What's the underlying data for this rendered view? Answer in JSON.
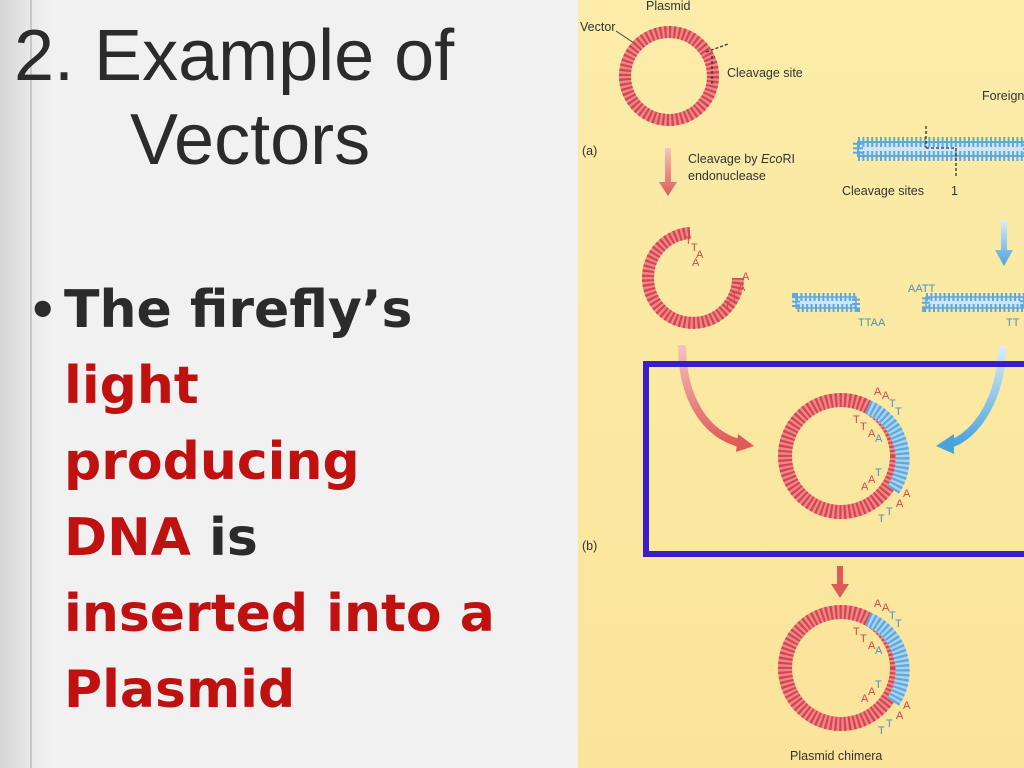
{
  "slide": {
    "title_line1": "2. Example of",
    "title_line2": "Vectors",
    "bullet": "•",
    "body_w1": "The firefly’s",
    "body_w2": "light",
    "body_w3": "producing",
    "body_w4": "DNA",
    "body_w5": " is",
    "body_w6": "inserted into a",
    "body_w7": "Plasmid"
  },
  "figure": {
    "plasmid": "Plasmid",
    "vector": "Vector",
    "cleavage_site": "Cleavage site",
    "foreign": "Foreign",
    "panel_a": "(a)",
    "cleavage_by": "Cleavage by ",
    "ecori": "Eco",
    "ecori_rest": "RI",
    "endonuclease": "endonuclease",
    "cleavage_sites": "Cleavage sites",
    "site_number": "1",
    "aatt": "AATT",
    "ttaa": "TTAA",
    "tt": "TT",
    "seq_t": "T",
    "seq_a": "A",
    "panel_b": "(b)",
    "plasmid_chimera": "Plasmid chimera"
  },
  "colors": {
    "plasmid_red": "#d9434a",
    "foreign_blue": "#5fa8dc",
    "highlight_box": "#3a1ec8",
    "panel_background": "#fbe8a0"
  }
}
